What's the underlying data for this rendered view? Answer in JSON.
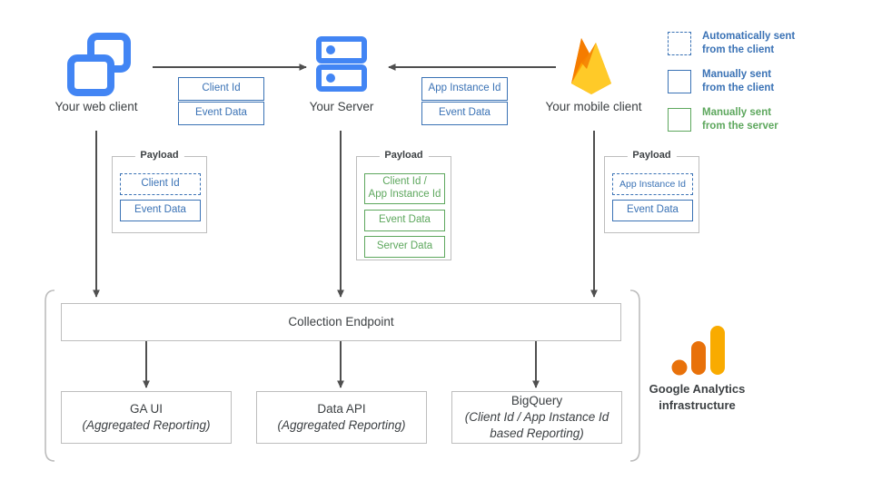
{
  "diagram": {
    "title": "Google Analytics data collection flow",
    "colors": {
      "blue": "#3a72b5",
      "icon_blue": "#4285f4",
      "green": "#5da75d",
      "grey_border": "#bdbdbd",
      "arrow_grey": "#4f4f4f",
      "firebase_orange": "#f57c00",
      "firebase_yellow": "#ffc24a",
      "ga_orange": "#e8710a",
      "ga_yellow": "#f9ab00",
      "text": "#3c4043"
    }
  },
  "sources": [
    {
      "id": "web",
      "icon": "browser-windows-icon",
      "label": "Your web client"
    },
    {
      "id": "server",
      "icon": "server-racks-icon",
      "label": "Your Server"
    },
    {
      "id": "mobile",
      "icon": "firebase-flame-icon",
      "label": "Your mobile client"
    }
  ],
  "transfer_chips": {
    "web_to_server": [
      {
        "label": "Client Id",
        "style": "blue"
      },
      {
        "label": "Event Data",
        "style": "blue"
      }
    ],
    "mobile_to_server": [
      {
        "label": "App Instance Id",
        "style": "blue"
      },
      {
        "label": "Event Data",
        "style": "blue"
      }
    ]
  },
  "payloads": [
    {
      "id": "web-payload",
      "title": "Payload",
      "items": [
        {
          "label": "Client Id",
          "style": "blue-dash"
        },
        {
          "label": "Event Data",
          "style": "blue"
        }
      ]
    },
    {
      "id": "server-payload",
      "title": "Payload",
      "items": [
        {
          "label": "Client Id / App Instance Id",
          "label_line1": "Client Id /",
          "label_line2": "App Instance Id",
          "style": "green"
        },
        {
          "label": "Event Data",
          "style": "green"
        },
        {
          "label": "Server Data",
          "style": "green"
        }
      ]
    },
    {
      "id": "mobile-payload",
      "title": "Payload",
      "items": [
        {
          "label": "App Instance Id",
          "style": "blue-dash"
        },
        {
          "label": "Event Data",
          "style": "blue"
        }
      ]
    }
  ],
  "legend": {
    "items": [
      {
        "swatch": "dashed-blue-square",
        "line1": "Automatically sent",
        "line2": "from the client",
        "color": "blue"
      },
      {
        "swatch": "solid-blue-square",
        "line1": "Manually sent",
        "line2": "from the client",
        "color": "blue"
      },
      {
        "swatch": "solid-green-square",
        "line1": "Manually sent",
        "line2": "from the server",
        "color": "green"
      }
    ]
  },
  "infrastructure": {
    "collection_endpoint": "Collection Endpoint",
    "outputs": [
      {
        "title": "GA UI",
        "sub_line1": "(Aggregated Reporting)",
        "sub_line2": ""
      },
      {
        "title": "Data API",
        "sub_line1": "(Aggregated Reporting)",
        "sub_line2": ""
      },
      {
        "title": "BigQuery",
        "sub_line1": "(Client Id / App Instance Id",
        "sub_line2": "based Reporting)"
      }
    ],
    "brand_label_line1": "Google Analytics",
    "brand_label_line2": "infrastructure",
    "brand_icon": "google-analytics-bars-icon"
  }
}
